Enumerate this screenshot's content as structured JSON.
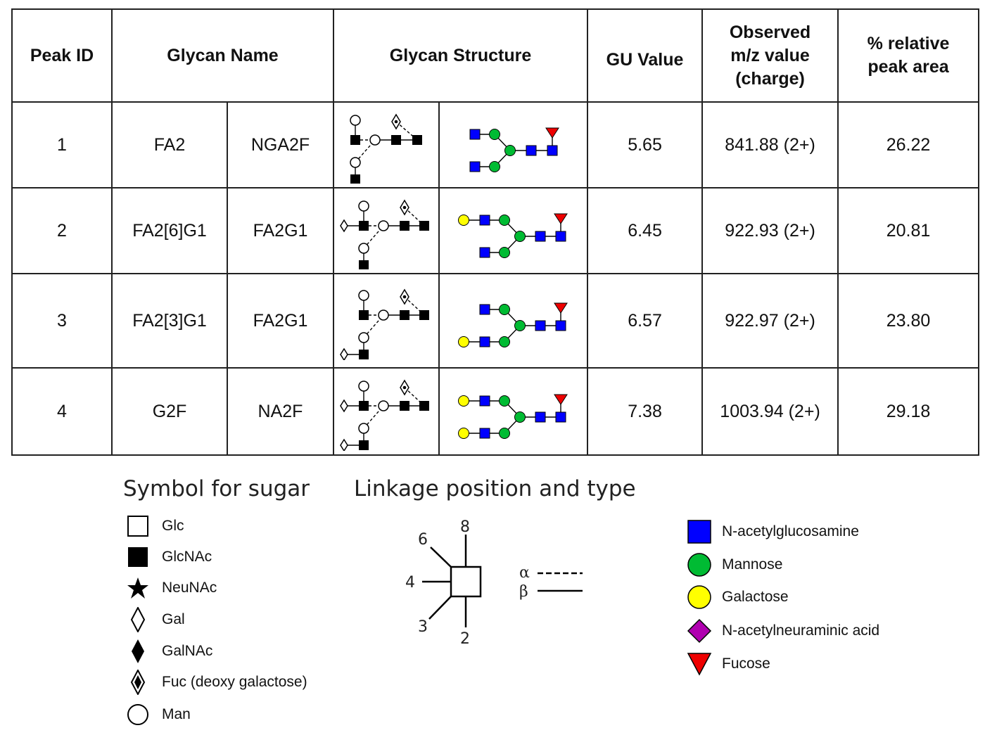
{
  "table": {
    "headers": {
      "peak_id": "Peak ID",
      "glycan_name": "Glycan Name",
      "glycan_structure": "Glycan Structure",
      "gu_value": "GU Value",
      "mz": "Observed m/z value (charge)",
      "area": "% relative peak area"
    },
    "rows": [
      {
        "peak": "1",
        "name1": "FA2",
        "name2": "NGA2F",
        "gu": "5.65",
        "mz": "841.88 (2+)",
        "area": "26.22"
      },
      {
        "peak": "2",
        "name1": "FA2[6]G1",
        "name2": "FA2G1",
        "gu": "6.45",
        "mz": "922.93 (2+)",
        "area": "20.81"
      },
      {
        "peak": "3",
        "name1": "FA2[3]G1",
        "name2": "FA2G1",
        "gu": "6.57",
        "mz": "922.97 (2+)",
        "area": "23.80"
      },
      {
        "peak": "4",
        "name1": "G2F",
        "name2": "NA2F",
        "gu": "7.38",
        "mz": "1003.94 (2+)",
        "area": "29.18"
      }
    ]
  },
  "legend_sugar": {
    "title": "Symbol for sugar",
    "items": [
      {
        "label": "Glc",
        "icon": "open-square"
      },
      {
        "label": "GlcNAc",
        "icon": "filled-square"
      },
      {
        "label": "NeuNAc",
        "icon": "filled-star"
      },
      {
        "label": "Gal",
        "icon": "open-diamond"
      },
      {
        "label": "GalNAc",
        "icon": "filled-diamond"
      },
      {
        "label": "Fuc (deoxy galactose)",
        "icon": "dotted-diamond"
      },
      {
        "label": "Man",
        "icon": "open-circle"
      }
    ]
  },
  "legend_linkage": {
    "title": "Linkage position and type",
    "positions": [
      "6",
      "8",
      "4",
      "3",
      "2"
    ],
    "alpha": "α",
    "beta": "β"
  },
  "legend_snfg": {
    "items": [
      {
        "label": "N-acetylglucosamine",
        "icon": "blue-square",
        "color": "#0000ff"
      },
      {
        "label": "Mannose",
        "icon": "green-circle",
        "color": "#00bb33"
      },
      {
        "label": "Galactose",
        "icon": "yellow-circle",
        "color": "#ffff00"
      },
      {
        "label": "N-acetylneuraminic acid",
        "icon": "purple-diamond",
        "color": "#b000b0"
      },
      {
        "label": "Fucose",
        "icon": "red-triangle",
        "color": "#ee0000"
      }
    ]
  }
}
